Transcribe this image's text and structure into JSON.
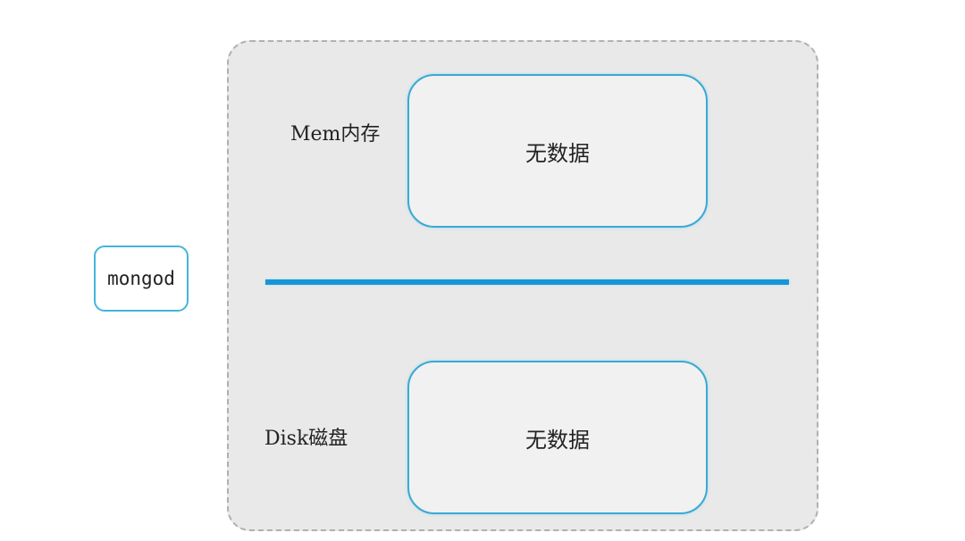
{
  "diagram": {
    "process": {
      "label": "mongod"
    },
    "memory": {
      "label": "Mem内存",
      "content": "无数据"
    },
    "disk": {
      "label": "Disk磁盘",
      "content": "无数据"
    },
    "colors": {
      "box_border": "#3aa9d2",
      "divider": "#1696d6",
      "container_bg": "#e9e9e9",
      "container_border": "#b0b0b0"
    }
  }
}
